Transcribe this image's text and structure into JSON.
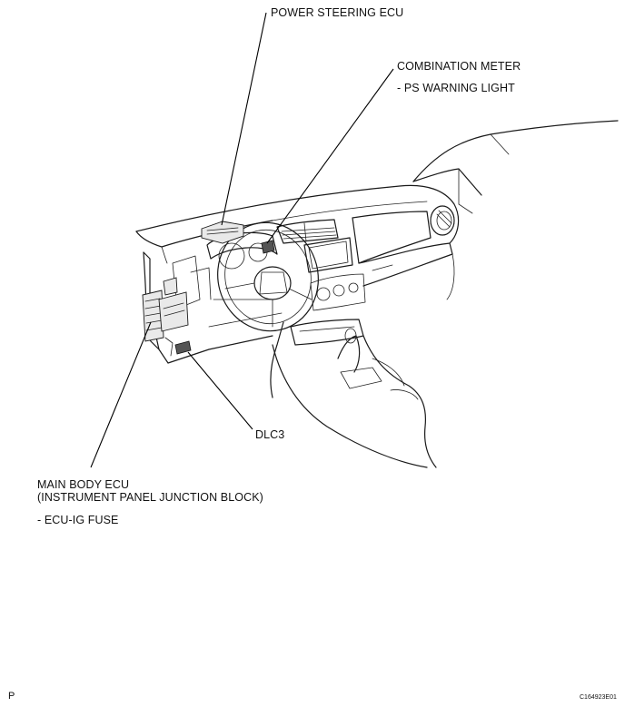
{
  "labels": {
    "power_steering_ecu": "POWER STEERING ECU",
    "combination_meter": "COMBINATION METER",
    "ps_warning_light": "- PS WARNING LIGHT",
    "dlc3": "DLC3",
    "main_body_ecu": "MAIN BODY ECU",
    "junction_block": "(INSTRUMENT PANEL JUNCTION BLOCK)",
    "ecu_ig_fuse": "- ECU-IG FUSE"
  },
  "footer": {
    "page_letter": "P",
    "figure_code": "C164923E01"
  }
}
